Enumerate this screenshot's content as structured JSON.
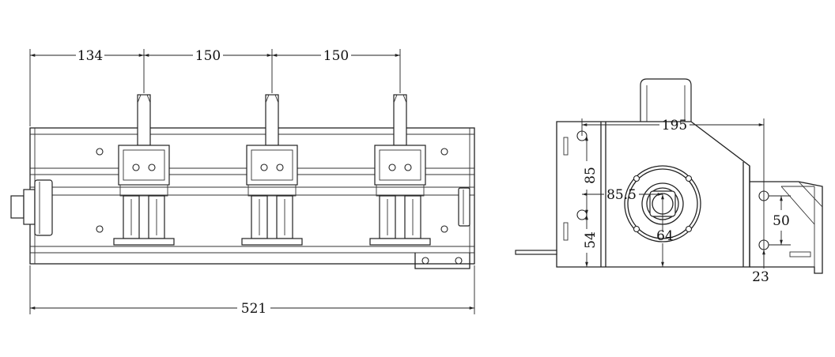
{
  "front_view": {
    "dimensions": {
      "top_left": "134",
      "top_middle": "150",
      "top_right": "150",
      "overall_length": "521"
    }
  },
  "side_view": {
    "dimensions": {
      "width": "195",
      "hole_height": "85",
      "center_offset": "85.5",
      "bottom_offset": "54",
      "flange_diameter": "64",
      "bracket_spacing": "50",
      "bracket_offset": "23"
    }
  }
}
